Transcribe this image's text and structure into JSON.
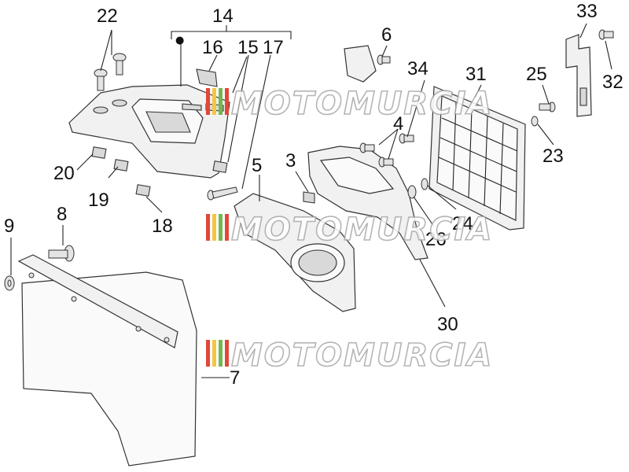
{
  "diagram": {
    "part_numbers": [
      "22",
      "14",
      "16",
      "15",
      "17",
      "6",
      "34",
      "31",
      "33",
      "25",
      "32",
      "4",
      "23",
      "20",
      "19",
      "5",
      "3",
      "18",
      "24",
      "26",
      "9",
      "8",
      "30",
      "7"
    ],
    "bullet_marker": "●"
  },
  "watermark": {
    "text": "MOTOMURCIA",
    "stripe_colors": [
      "#e2473a",
      "#f2c640",
      "#72b653",
      "#e2473a"
    ]
  }
}
